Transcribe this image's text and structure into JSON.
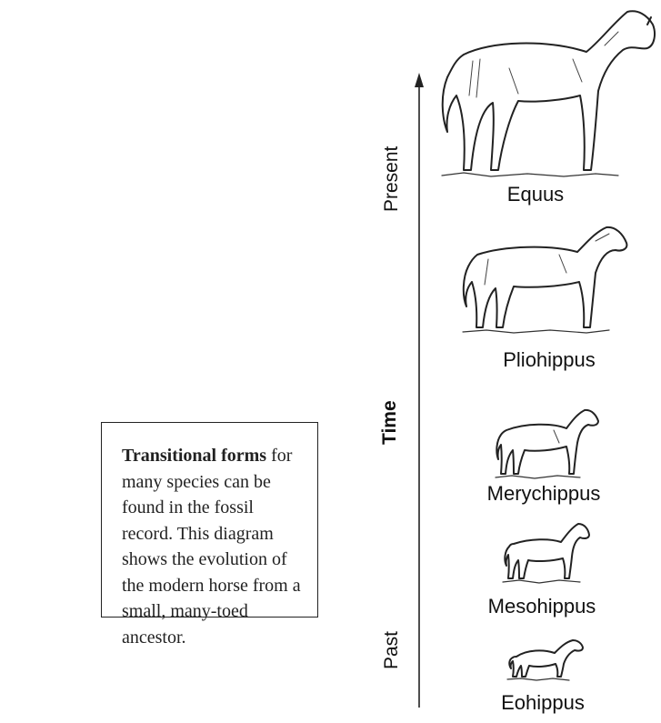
{
  "caption": {
    "bold": "Transitional forms",
    "rest": " for many species can be found in the fossil record. This diagram shows the evolution of the modern horse from a small, many-toed ancestor."
  },
  "axis": {
    "title": "Time",
    "top": "Present",
    "bottom": "Past"
  },
  "species": [
    {
      "name": "Equus"
    },
    {
      "name": "Pliohippus"
    },
    {
      "name": "Merychippus"
    },
    {
      "name": "Mesohippus"
    },
    {
      "name": "Eohippus"
    }
  ]
}
